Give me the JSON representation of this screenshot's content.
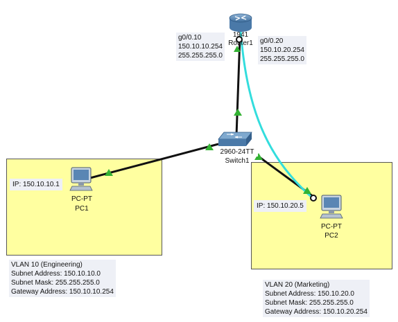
{
  "devices": {
    "router": {
      "model": "1941",
      "name": "Router1"
    },
    "switch": {
      "model": "2960-24TT",
      "name": "Switch1"
    },
    "pc1": {
      "model": "PC-PT",
      "name": "PC1"
    },
    "pc2": {
      "model": "PC-PT",
      "name": "PC2"
    }
  },
  "notes": {
    "router_sub10": {
      "iface": "g0/0.10",
      "ip": "150.10.10.254",
      "mask": "255.255.255.0"
    },
    "router_sub20": {
      "iface": "g0/0.20",
      "ip": "150.10.20.254",
      "mask": "255.255.255.0"
    },
    "pc1_ip": "IP: 150.10.10.1",
    "pc2_ip": "IP: 150.10.20.5",
    "vlan10": {
      "title": "VLAN 10 (Engineering)",
      "subnet": "Subnet Address: 150.10.10.0",
      "mask": "Subnet Mask: 255.255.255.0",
      "gateway": "Gateway Address: 150.10.10.254"
    },
    "vlan20": {
      "title": "VLAN 20 (Marketing)",
      "subnet": "Subnet Address: 150.10.20.0",
      "mask": "Subnet Mask: 255.255.255.0",
      "gateway": "Gateway Address: 150.10.20.254"
    }
  },
  "colors": {
    "zone_fill": "#ffffa0",
    "link_up": "#33b233",
    "console_cable": "#33dddd",
    "cable": "#111111"
  }
}
